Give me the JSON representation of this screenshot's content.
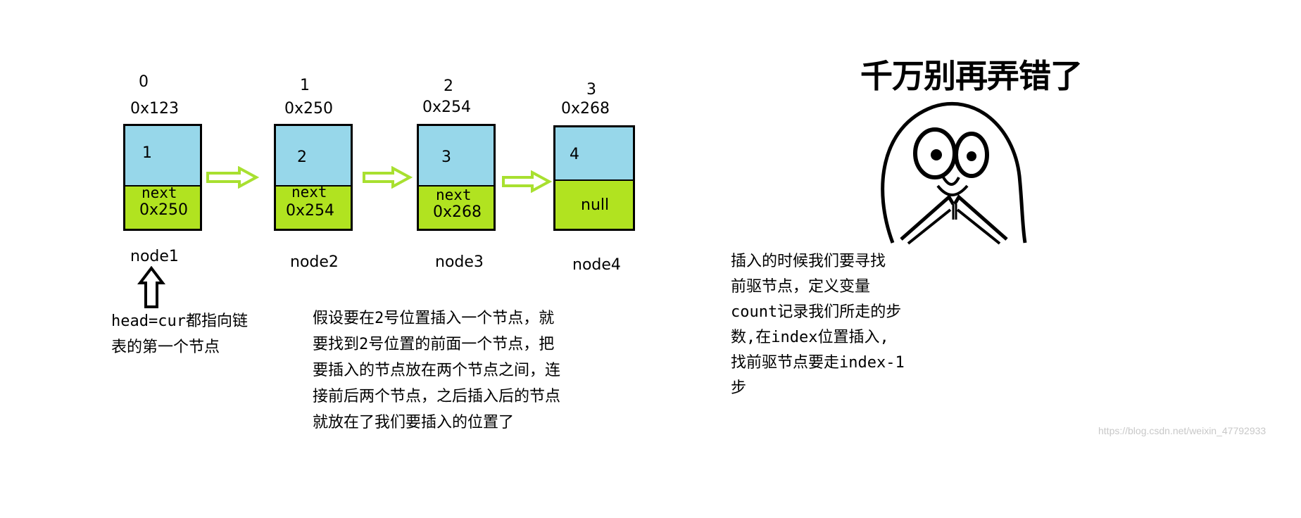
{
  "nodes": [
    {
      "index": "0",
      "address": "0x123",
      "value": "1",
      "next_label": "next",
      "pointer": "0x250",
      "name": "node1"
    },
    {
      "index": "1",
      "address": "0x250",
      "value": "2",
      "next_label": "next",
      "pointer": "0x254",
      "name": "node2"
    },
    {
      "index": "2",
      "address": "0x254",
      "value": "3",
      "next_label": "next",
      "pointer": "0x268",
      "name": "node3"
    },
    {
      "index": "3",
      "address": "0x268",
      "value": "4",
      "next_label": "",
      "pointer": "null",
      "name": "node4"
    }
  ],
  "head_note": "head=cur都指向链\n表的第一个节点",
  "middle_note": "假设要在2号位置插入一个节点，就\n要找到2号位置的前面一个节点，把\n要插入的节点放在两个节点之间，连\n接前后两个节点，之后插入后的节点\n就放在了我们要插入的位置了",
  "right_note": "插入的时候我们要寻找\n前驱节点，定义变量\ncount记录我们所走的步\n数,在index位置插入,\n找前驱节点要走index-1\n步",
  "meme_caption": "千万别再弄错了",
  "watermark": "https://blog.csdn.net/weixin_47792933",
  "colors": {
    "data_cell": "#97d7ea",
    "next_cell": "#b1e320",
    "arrow_stroke": "#a8e030"
  },
  "icons": [
    "hollow-right-arrow",
    "hollow-up-arrow",
    "praying-face-meme"
  ]
}
